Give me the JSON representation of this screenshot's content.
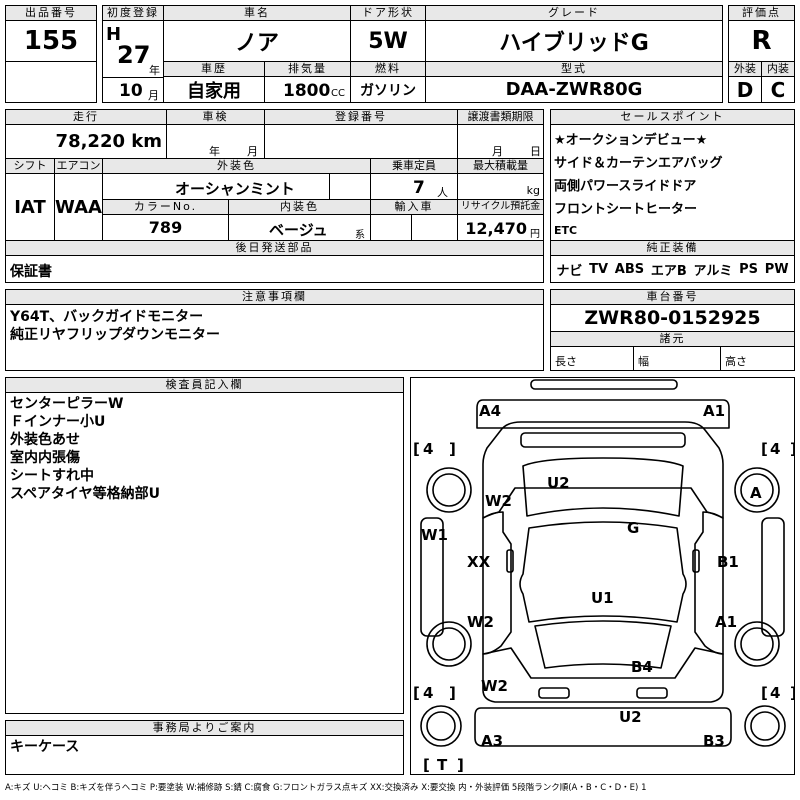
{
  "headers": {
    "lot_no": "出品番号",
    "first_reg": "初度登録",
    "car_name": "車名",
    "door": "ドア形状",
    "grade": "グレード",
    "score": "評価点",
    "history": "車歴",
    "displacement": "排気量",
    "fuel": "燃料",
    "model": "型式",
    "exterior": "外装",
    "interior": "内装",
    "mileage": "走行",
    "inspection": "車検",
    "reg_no": "登録番号",
    "transfer_deadline": "譲渡書類期限",
    "sale_points": "セールスポイント",
    "shift": "シフト",
    "ac": "エアコン",
    "ext_color": "外装色",
    "capacity": "乗車定員",
    "max_load": "最大積載量",
    "color_no": "カラーNo.",
    "int_color": "内装色",
    "import": "輸入車",
    "recycle": "リサイクル預託金",
    "later_parts": "後日発送部品",
    "genuine": "純正装備",
    "notes": "注意事項欄",
    "chassis": "車台番号",
    "specs": "諸元",
    "inspector": "検査員記入欄",
    "office": "事務局よりご案内"
  },
  "values": {
    "lot_no": "155",
    "era": "H",
    "year": "27",
    "year_unit": "年",
    "month": "10",
    "month_unit": "月",
    "car_name": "ノア",
    "door": "5W",
    "grade": "ハイブリッドG",
    "score": "R",
    "history": "自家用",
    "displacement": "1800",
    "cc": "CC",
    "fuel": "ガソリン",
    "model": "DAA-ZWR80G",
    "exterior": "D",
    "interior": "C",
    "mileage": "78,220 km",
    "insp_year": "年",
    "insp_month": "月",
    "deadline_month": "月",
    "deadline_day": "日",
    "shift": "IAT",
    "ac": "WAA",
    "ext_color": "オーシャンミント",
    "capacity": "7",
    "capacity_unit": "人",
    "max_load_unit": "kg",
    "color_no": "789",
    "int_color": "ベージュ",
    "int_color_unit": "系",
    "recycle": "12,470",
    "recycle_unit": "円",
    "later_parts": "保証書",
    "chassis": "ZWR80-0152925",
    "length": "長さ",
    "width": "幅",
    "height": "高さ"
  },
  "sale_points": [
    "★オークションデビュー★",
    "サイド＆カーテンエアバッグ",
    "両側パワースライドドア",
    "フロントシートヒーター",
    "ETC"
  ],
  "genuine": [
    "ナビ",
    "TV",
    "ABS",
    "エアB",
    "アルミ",
    "PS",
    "PW"
  ],
  "notes": [
    "Y64T、バックガイドモニター",
    "純正リヤフリップダウンモニター"
  ],
  "inspector": [
    "センターピラーW",
    "Ｆインナー小U",
    "外装色あせ",
    "室内内張傷",
    "シートすれ中",
    "スペアタイヤ等格納部U"
  ],
  "office": [
    "キーケース"
  ],
  "diagram": {
    "marks": {
      "A4": "A4",
      "A1_top": "A1",
      "U2_hood": "U2",
      "A_wheel": "A",
      "W2_fl": "W2",
      "G": "G",
      "W1": "W1",
      "XX": "XX",
      "B1": "B1",
      "U1": "U1",
      "W2_side": "W2",
      "A1_side": "A1",
      "B4": "B4",
      "W2_rl": "W2",
      "U2_rear": "U2",
      "A3": "A3",
      "B3": "B3"
    },
    "tires": {
      "fl": "4",
      "fr": "4",
      "rl": "4",
      "rr": "4",
      "spare": "T"
    }
  },
  "legend": "A:キズ U:ヘコミ B:キズを伴うヘコミ P:要塗装 W:補修跡 S:錆 C:腐食 G:フロントガラス点キズ XX:交換済み X:要交換 内・外装評価 5段階ランク順(A・B・C・D・E) 1"
}
